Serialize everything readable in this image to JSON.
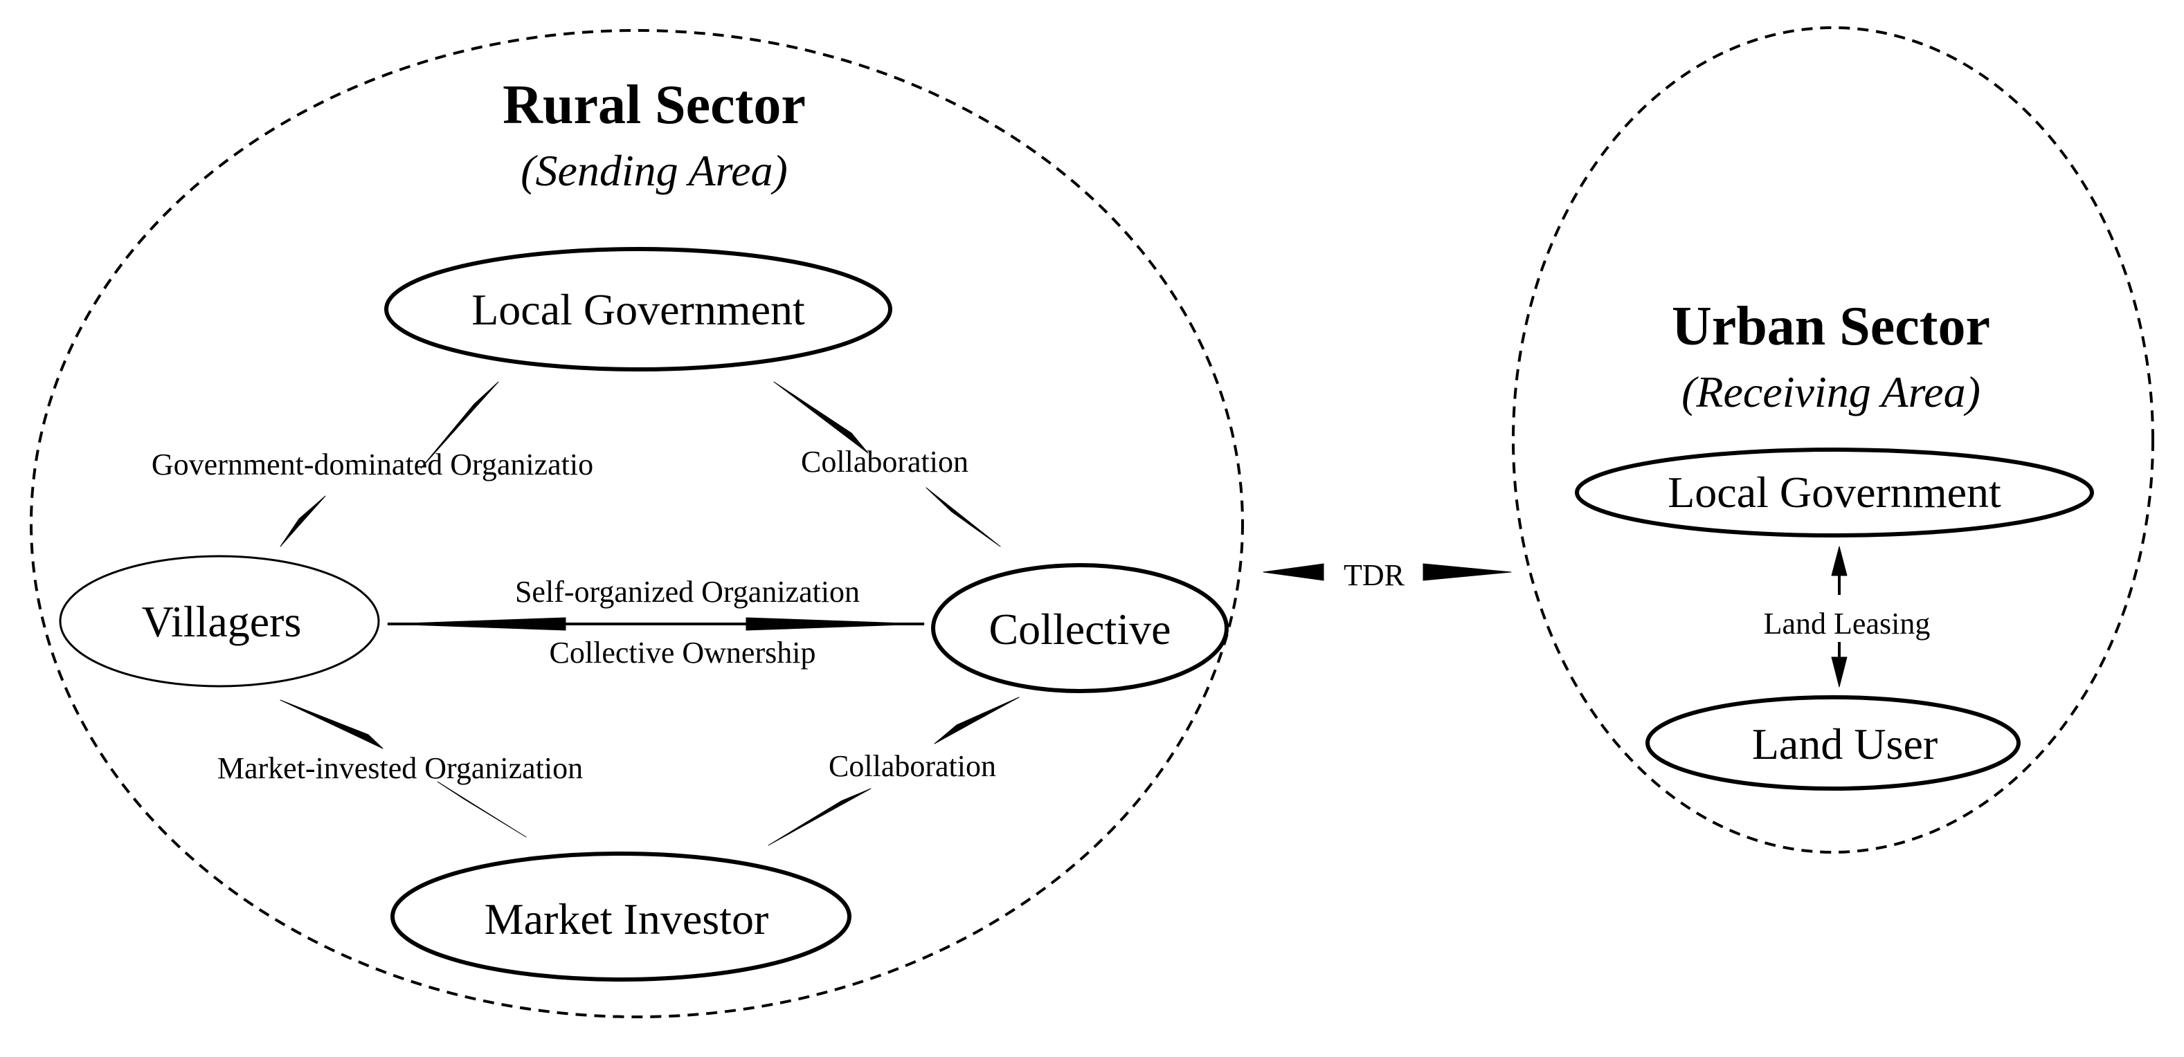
{
  "rural": {
    "title": "Rural Sector",
    "subtitle": "(Sending Area)",
    "nodes": {
      "local_government": "Local Government",
      "villagers": "Villagers",
      "collective": "Collective",
      "market_investor": "Market Investor"
    },
    "edges": {
      "government_dominated": "Government-dominated  Organizatio",
      "collaboration_top": "Collaboration",
      "self_organized": "Self-organized  Organization",
      "collective_ownership": "Collective Ownership",
      "market_invested": "Market-invested Organization",
      "collaboration_bottom": "Collaboration"
    }
  },
  "urban": {
    "title": "Urban Sector",
    "subtitle": "(Receiving Area)",
    "nodes": {
      "local_government": "Local Government",
      "land_user": "Land User"
    },
    "edges": {
      "land_leasing": "Land Leasing"
    }
  },
  "link": {
    "tdr": "TDR"
  }
}
